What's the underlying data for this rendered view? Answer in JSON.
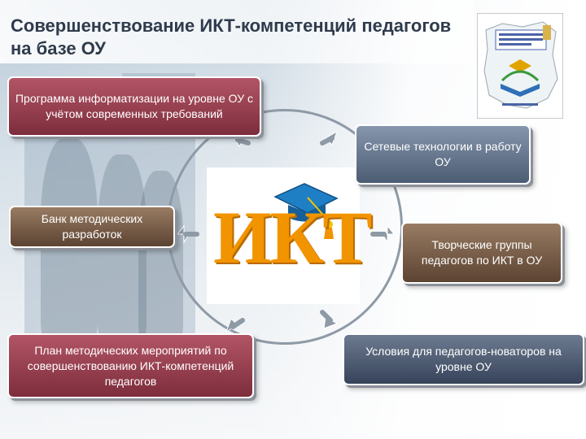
{
  "title": "Совершенствование ИКТ-компетенций педагогов на базе ОУ",
  "center_label": "ИКТ",
  "boxes": {
    "program": "Программа информатизации на уровне ОУ с учётом современных требований",
    "network": "Сетевые технологии в работу ОУ",
    "bank": "Банк методических разработок",
    "groups": "Творческие группы педагогов по ИКТ в ОУ",
    "plan": "План методических мероприятий по совершенствованию ИКТ-компетенций педагогов",
    "conditions": "Условия для педагогов-новаторов на уровне ОУ"
  },
  "colors": {
    "title": "#2f3b4c",
    "ikt_orange": "#f29400",
    "cap_blue": "#1f7fc4",
    "maroon": "#8e3a4a",
    "brown": "#6e5240",
    "slate": "#5d6d85",
    "arrow_gray": "#8e9aa6"
  },
  "icons": {
    "center": "graduation-cap-icon",
    "logo": "methodical-center-emblem"
  }
}
